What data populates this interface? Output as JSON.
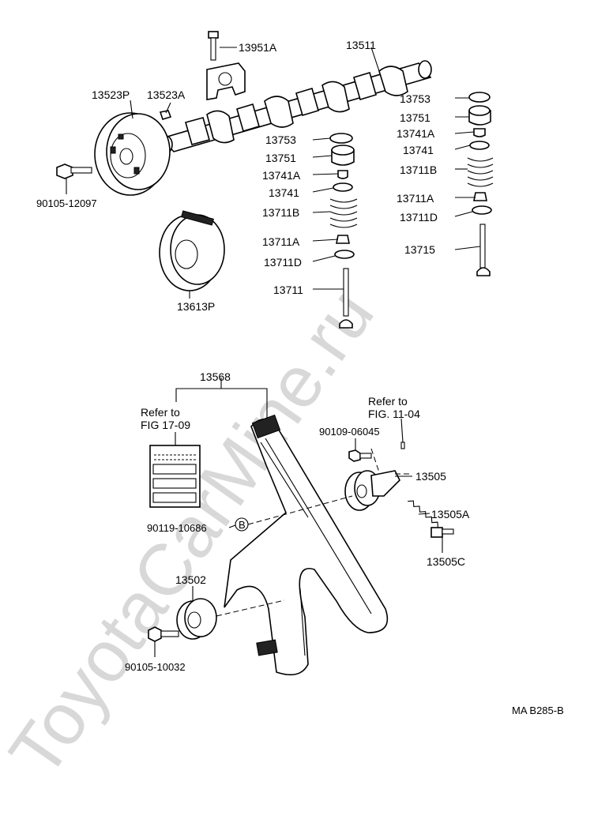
{
  "watermark": "ToyotaCarMine.ru",
  "figure_code": "MA B285-B",
  "labels": {
    "p13951A": "13951A",
    "p13511": "13511",
    "p13523P": "13523P",
    "p13523A": "13523A",
    "p13753_r": "13753",
    "p13751_r": "13751",
    "p13741A_r": "13741A",
    "p13741_r": "13741",
    "p13711B_r": "13711B",
    "p13711A_r": "13711A",
    "p13711D_r": "13711D",
    "p13715": "13715",
    "p13753_c": "13753",
    "p13751_c": "13751",
    "p13741A_c": "13741A",
    "p13741_c": "13741",
    "p13711B_c": "13711B",
    "p13711A_c": "13711A",
    "p13711D_c": "13711D",
    "p13711": "13711",
    "p90105_12097": "90105-12097",
    "p13613P": "13613P",
    "p13568": "13568",
    "refer_fig17_line1": "Refer to",
    "refer_fig17_line2": "FIG 17-09",
    "refer_fig11_line1": "Refer to",
    "refer_fig11_line2": "FIG. 11-04",
    "p90109_06045": "90109-06045",
    "p13505": "13505",
    "p13505A": "13505A",
    "p13505C": "13505C",
    "p90119_10686": "90119-10686",
    "circle_b": "B",
    "p13502": "13502",
    "p90105_10032": "90105-10032"
  }
}
